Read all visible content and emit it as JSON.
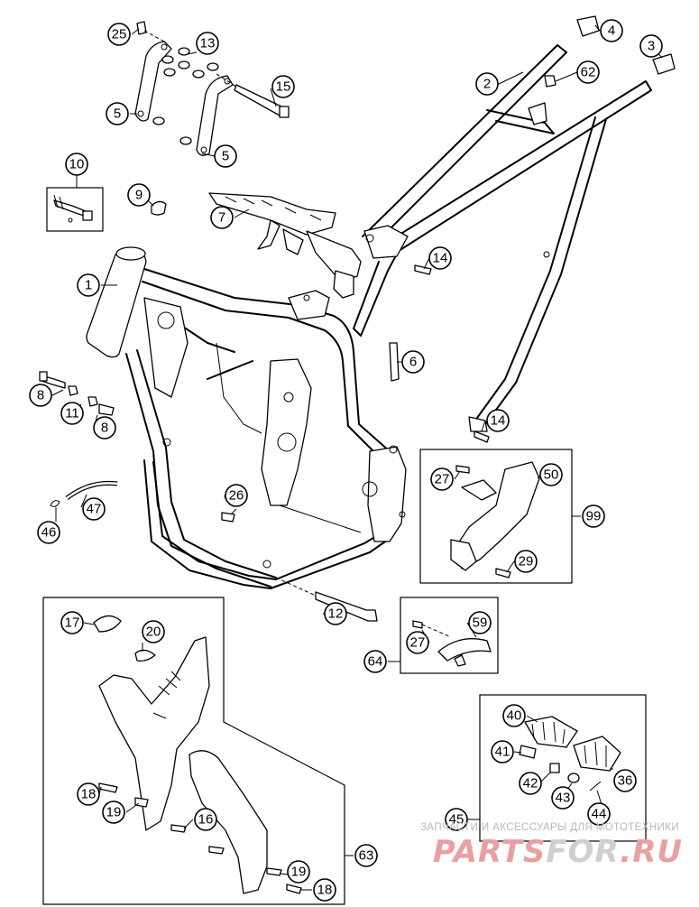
{
  "callouts": [
    {
      "label": "1"
    },
    {
      "label": "2"
    },
    {
      "label": "3"
    },
    {
      "label": "4"
    },
    {
      "label": "5"
    },
    {
      "label": "5"
    },
    {
      "label": "6"
    },
    {
      "label": "7"
    },
    {
      "label": "8"
    },
    {
      "label": "8"
    },
    {
      "label": "9"
    },
    {
      "label": "10"
    },
    {
      "label": "11"
    },
    {
      "label": "12"
    },
    {
      "label": "13"
    },
    {
      "label": "14"
    },
    {
      "label": "14"
    },
    {
      "label": "15"
    },
    {
      "label": "16"
    },
    {
      "label": "17"
    },
    {
      "label": "18"
    },
    {
      "label": "18"
    },
    {
      "label": "19"
    },
    {
      "label": "19"
    },
    {
      "label": "20"
    },
    {
      "label": "25"
    },
    {
      "label": "26"
    },
    {
      "label": "27"
    },
    {
      "label": "27"
    },
    {
      "label": "29"
    },
    {
      "label": "36"
    },
    {
      "label": "40"
    },
    {
      "label": "41"
    },
    {
      "label": "42"
    },
    {
      "label": "43"
    },
    {
      "label": "44"
    },
    {
      "label": "45"
    },
    {
      "label": "46"
    },
    {
      "label": "47"
    },
    {
      "label": "50"
    },
    {
      "label": "59"
    },
    {
      "label": "62"
    },
    {
      "label": "63"
    },
    {
      "label": "64"
    },
    {
      "label": "99"
    }
  ],
  "watermark": {
    "tagline": "ЗАПЧАСТИ И АКСЕССУАРЫ ДЛЯ МОТОТЕХНИКИ",
    "logo_left": "PARTS",
    "logo_mid": "FOR",
    "logo_right": ".RU",
    "logo_color": "#e8a0a0"
  }
}
